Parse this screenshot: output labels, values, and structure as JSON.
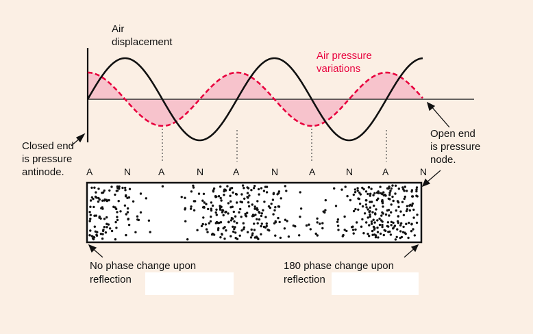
{
  "labels": {
    "air_displacement_1": "Air",
    "air_displacement_2": "displacement",
    "air_pressure_1": "Air pressure",
    "air_pressure_2": "variations",
    "closed_end_1": "Closed end",
    "closed_end_2": "is pressure",
    "closed_end_3": "antinode.",
    "open_end_1": "Open end",
    "open_end_2": "is pressure",
    "open_end_3": "node.",
    "no_phase_1": "No phase change upon",
    "no_phase_2": "reflection",
    "phase_180_1": "180 phase change upon",
    "phase_180_2": "reflection"
  },
  "nodes": [
    "A",
    "N",
    "A",
    "N",
    "A",
    "N",
    "A",
    "N",
    "A",
    "N"
  ],
  "colors": {
    "displacement": "#111111",
    "pressure": "#e8003d",
    "pressure_fill": "#f7c3cc",
    "background": "#fbefe4"
  }
}
